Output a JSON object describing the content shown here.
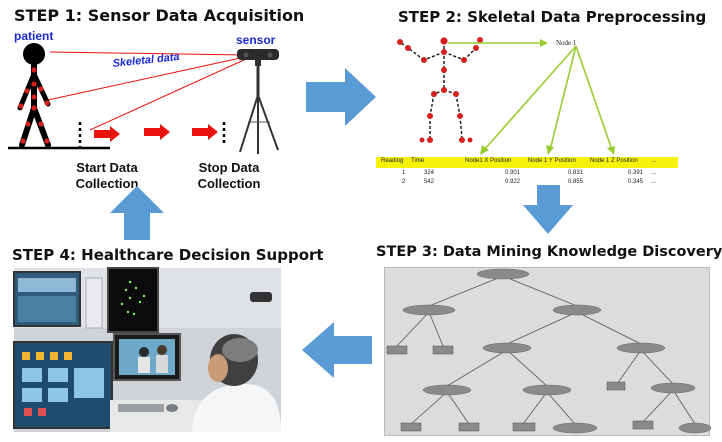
{
  "step1": {
    "title": "STEP 1: Sensor Data Acquisition",
    "patient_label": "patient",
    "sensor_label": "sensor",
    "skeletal_label": "Skeletal data",
    "start_caption_line1": "Start Data",
    "start_caption_line2": "Collection",
    "stop_caption_line1": "Stop Data",
    "stop_caption_line2": "Collection"
  },
  "step2": {
    "title": "STEP 2: Skeletal Data Preprocessing",
    "node_label": "Node 1",
    "table": {
      "headers": [
        "Reading",
        "Time",
        "Node1 X Position",
        "Node 1 Y Position",
        "Node 1 Z Position",
        "..."
      ],
      "rows": [
        [
          "1",
          "324",
          "0.901",
          "0.831",
          "0.391",
          "..."
        ],
        [
          "2",
          "542",
          "0.922",
          "0.855",
          "0.345",
          "..."
        ]
      ]
    }
  },
  "step3": {
    "title": "STEP 3: Data Mining Knowledge Discovery"
  },
  "step4": {
    "title": "STEP 4: Healthcare Decision Support"
  },
  "colors": {
    "flow_arrow": "#5b9bd5",
    "red_arrow": "#e8130c",
    "skeleton_joint": "#d62020",
    "node_arrow": "#9acd32",
    "table_header": "#f7f20c",
    "sensor_label": "#1a2bd6",
    "skeletal_label": "#1a2bd6"
  }
}
